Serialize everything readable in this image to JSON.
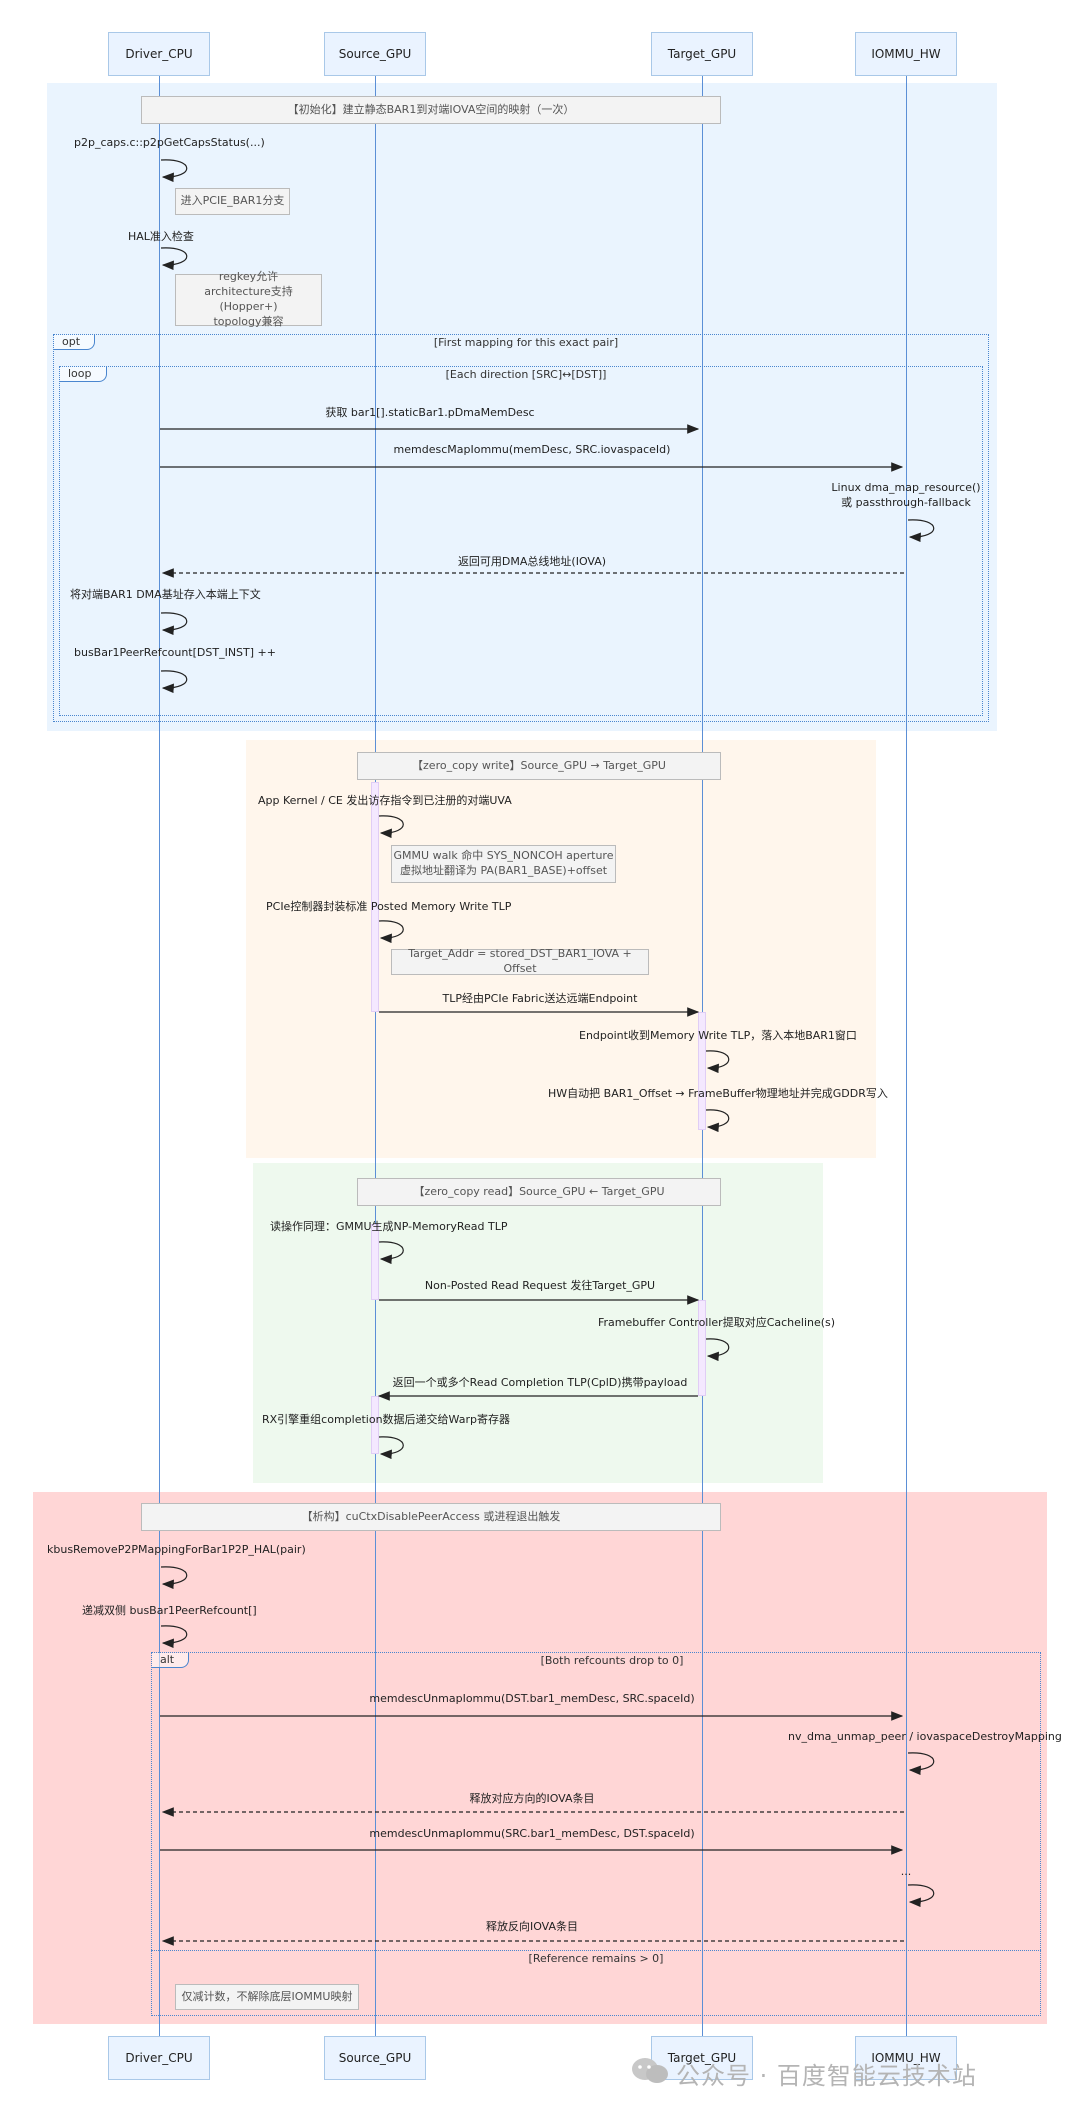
{
  "participants": [
    "Driver_CPU",
    "Source_GPU",
    "Target_GPU",
    "IOMMU_HW"
  ],
  "init": {
    "note": "【初始化】建立静态BAR1到对端IOVA空间的映射（一次）",
    "msg_caps": "p2p_caps.c::p2pGetCapsStatus(...)",
    "note_branch": "进入PCIE_BAR1分支",
    "msg_hal": "HAL准入检查",
    "note_checks": [
      "regkey允许",
      "architecture支持(Hopper+)",
      "topology兼容"
    ],
    "opt_tag": "opt",
    "opt_cond": "[First mapping for this exact pair]",
    "loop_tag": "loop",
    "loop_cond": "[Each direction [SRC]↔[DST]]",
    "msg_get_bar1": "获取 bar1[].staticBar1.pDmaMemDesc",
    "msg_map": "memdescMapIommu(memDesc, SRC.iovaspaceId)",
    "msg_linux": [
      "Linux dma_map_resource()",
      "或 passthrough-fallback"
    ],
    "msg_return_iova": "返回可用DMA总线地址(IOVA)",
    "msg_store": "将对端BAR1 DMA基址存入本端上下文",
    "msg_refcount": "busBar1PeerRefcount[DST_INST] ++"
  },
  "write": {
    "note": "【zero_copy write】Source_GPU → Target_GPU",
    "msg_kernel": "App Kernel / CE 发出访存指令到已注册的对端UVA",
    "note_gmmu": [
      "GMMU walk 命中 SYS_NONCOH aperture",
      "虚拟地址翻译为 PA(BAR1_BASE)+offset"
    ],
    "msg_pcie": "PCIe控制器封装标准 Posted Memory Write TLP",
    "note_target_addr": "Target_Addr = stored_DST_BAR1_IOVA + Offset",
    "msg_tlp": "TLP经由PCIe Fabric送达远端Endpoint",
    "msg_endpoint": "Endpoint收到Memory Write TLP，落入本地BAR1窗口",
    "msg_hw": "HW自动把 BAR1_Offset → FrameBuffer物理地址并完成GDDR写入"
  },
  "read": {
    "note": "【zero_copy read】Source_GPU ← Target_GPU",
    "msg_read_op": "读操作同理：GMMU生成NP-MemoryRead TLP",
    "msg_np_read": "Non-Posted Read Request 发往Target_GPU",
    "msg_fb": "Framebuffer Controller提取对应Cacheline(s)",
    "msg_completion": "返回一个或多个Read Completion TLP(CplD)携带payload",
    "msg_rx": "RX引擎重组completion数据后递交给Warp寄存器"
  },
  "teardown": {
    "note": "【析构】cuCtxDisablePeerAccess 或进程退出触发",
    "msg_remove": "kbusRemoveP2PMappingForBar1P2P_HAL(pair)",
    "msg_decrement": "递减双侧 busBar1PeerRefcount[]",
    "alt_tag": "alt",
    "alt_cond": "[Both refcounts drop to 0]",
    "msg_unmap_dst": "memdescUnmapIommu(DST.bar1_memDesc, SRC.spaceId)",
    "msg_nv_unmap": "nv_dma_unmap_peer / iovaspaceDestroyMapping",
    "msg_release": "释放对应方向的IOVA条目",
    "msg_unmap_src": "memdescUnmapIommu(SRC.bar1_memDesc, DST.spaceId)",
    "msg_ellipsis": "...",
    "msg_release_rev": "释放反向IOVA条目",
    "else_cond": "[Reference remains > 0]",
    "note_only_dec": "仅减计数，不解除底层IOMMU映射"
  },
  "watermark": "公众号 · 百度智能云技术站"
}
